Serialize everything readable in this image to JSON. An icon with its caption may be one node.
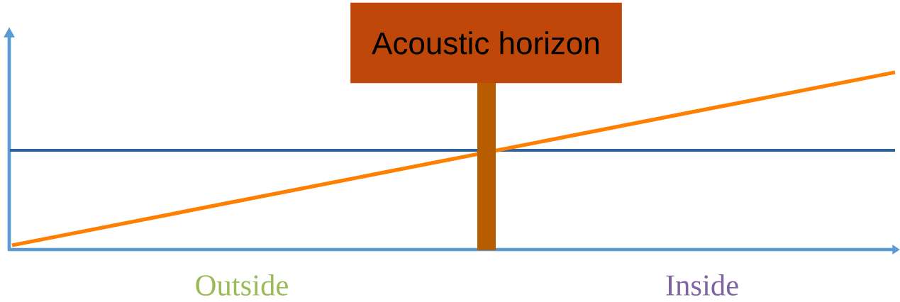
{
  "diagram": {
    "nodes": [
      {
        "text": [
          "Acoustic horizon"
        ]
      },
      {
        "text": [],
        "shape": "bar"
      }
    ],
    "labels": [
      "Outside",
      "Inside"
    ]
  }
}
